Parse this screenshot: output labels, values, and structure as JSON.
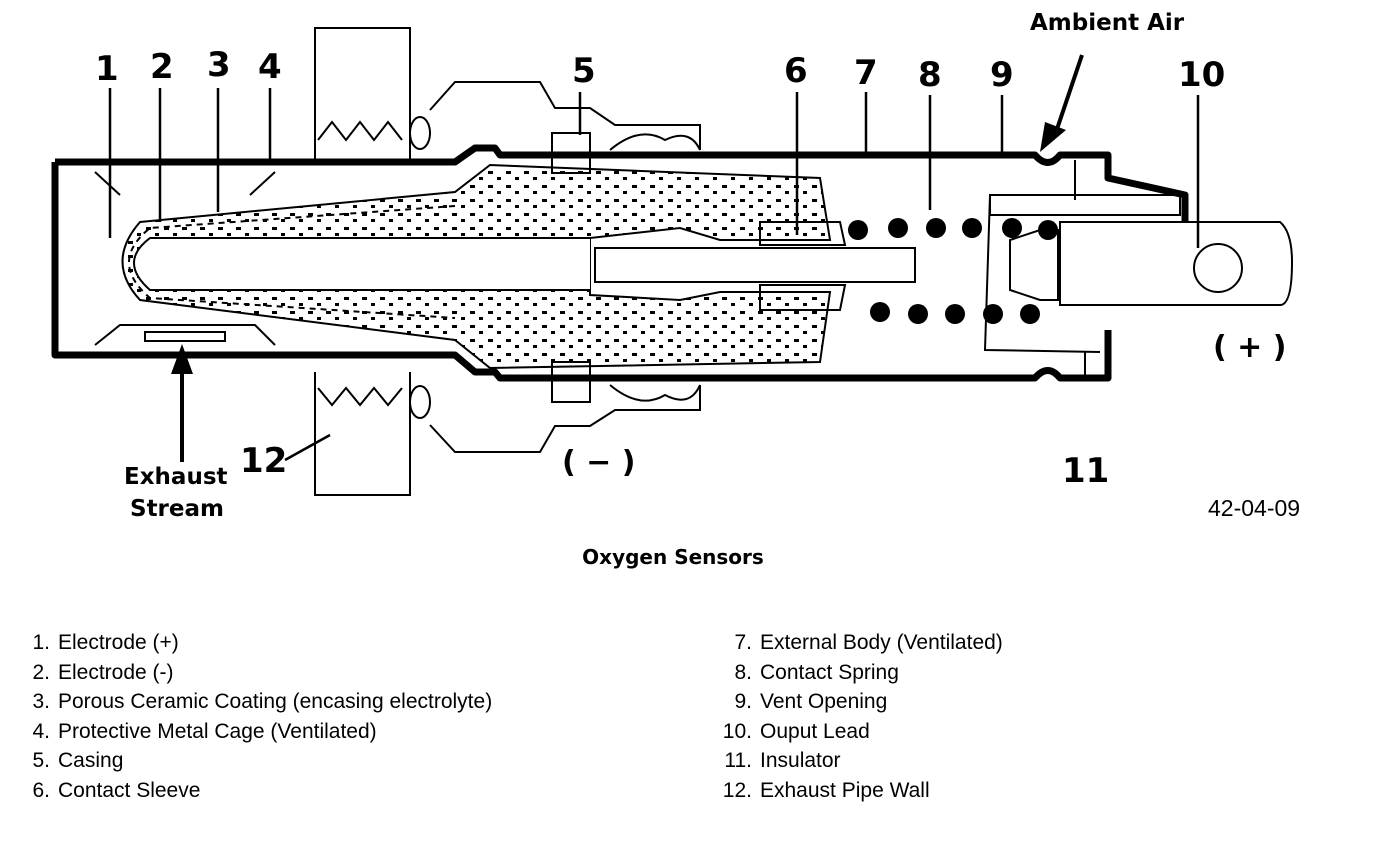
{
  "callouts": [
    "1",
    "2",
    "3",
    "4",
    "5",
    "6",
    "7",
    "8",
    "9",
    "10",
    "11",
    "12"
  ],
  "labels": {
    "ambient_air": "Ambient Air",
    "exhaust_line1": "Exhaust",
    "exhaust_line2": "Stream",
    "plus": "( + )",
    "minus": "( − )",
    "code": "42-04-09"
  },
  "caption": "Oxygen Sensors",
  "legend": [
    {
      "num": "1.",
      "text": "Electrode (+)"
    },
    {
      "num": "2.",
      "text": "Electrode (-)"
    },
    {
      "num": "3.",
      "text": "Porous Ceramic Coating (encasing electrolyte)"
    },
    {
      "num": "4.",
      "text": "Protective Metal Cage (Ventilated)"
    },
    {
      "num": "5.",
      "text": "Casing"
    },
    {
      "num": "6.",
      "text": "Contact Sleeve"
    },
    {
      "num": "7.",
      "text": "External Body (Ventilated)"
    },
    {
      "num": "8.",
      "text": "Contact Spring"
    },
    {
      "num": "9.",
      "text": "Vent Opening"
    },
    {
      "num": "10.",
      "text": "Ouput Lead"
    },
    {
      "num": "11.",
      "text": "Insulator"
    },
    {
      "num": "12.",
      "text": "Exhaust Pipe Wall"
    }
  ]
}
